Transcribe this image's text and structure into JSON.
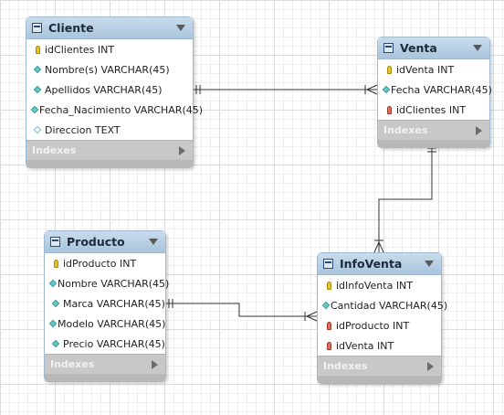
{
  "tables": {
    "cliente": {
      "name": "Cliente",
      "columns": [
        {
          "icon": "primary-key-icon",
          "text": "idClientes INT"
        },
        {
          "icon": "column-diamond-icon",
          "text": "Nombre(s) VARCHAR(45)"
        },
        {
          "icon": "column-diamond-icon",
          "text": "Apellidos VARCHAR(45)"
        },
        {
          "icon": "column-diamond-icon",
          "text": "Fecha_Nacimiento VARCHAR(45)"
        },
        {
          "icon": "nullable-column-icon",
          "text": "Direccion TEXT"
        }
      ],
      "indexes_label": "Indexes"
    },
    "venta": {
      "name": "Venta",
      "columns": [
        {
          "icon": "primary-key-icon",
          "text": "idVenta INT"
        },
        {
          "icon": "column-diamond-icon",
          "text": "Fecha VARCHAR(45)"
        },
        {
          "icon": "foreign-key-icon",
          "text": "idClientes INT"
        }
      ],
      "indexes_label": "Indexes"
    },
    "producto": {
      "name": "Producto",
      "columns": [
        {
          "icon": "primary-key-icon",
          "text": "idProducto INT"
        },
        {
          "icon": "column-diamond-icon",
          "text": "Nombre VARCHAR(45)"
        },
        {
          "icon": "column-diamond-icon",
          "text": "Marca VARCHAR(45)"
        },
        {
          "icon": "column-diamond-icon",
          "text": "Modelo VARCHAR(45)"
        },
        {
          "icon": "column-diamond-icon",
          "text": "Precio VARCHAR(45)"
        }
      ],
      "indexes_label": "Indexes"
    },
    "infoventa": {
      "name": "InfoVenta",
      "columns": [
        {
          "icon": "primary-key-icon",
          "text": "idInfoVenta INT"
        },
        {
          "icon": "column-diamond-icon",
          "text": "Cantidad VARCHAR(45)"
        },
        {
          "icon": "foreign-key-icon",
          "text": "idProducto INT"
        },
        {
          "icon": "foreign-key-icon",
          "text": "idVenta INT"
        }
      ],
      "indexes_label": "Indexes"
    }
  },
  "relationships": [
    {
      "from": "Cliente",
      "to": "Venta",
      "from_end": "one-and-only-one",
      "to_end": "one-or-many"
    },
    {
      "from": "Venta",
      "to": "InfoVenta",
      "from_end": "one-and-only-one",
      "to_end": "one-or-many"
    },
    {
      "from": "Producto",
      "to": "InfoVenta",
      "from_end": "one-and-only-one",
      "to_end": "one-or-many"
    }
  ],
  "colors": {
    "header": "#a9c5dd",
    "indexes_bar": "#c8c8c8",
    "connector": "#333333"
  }
}
